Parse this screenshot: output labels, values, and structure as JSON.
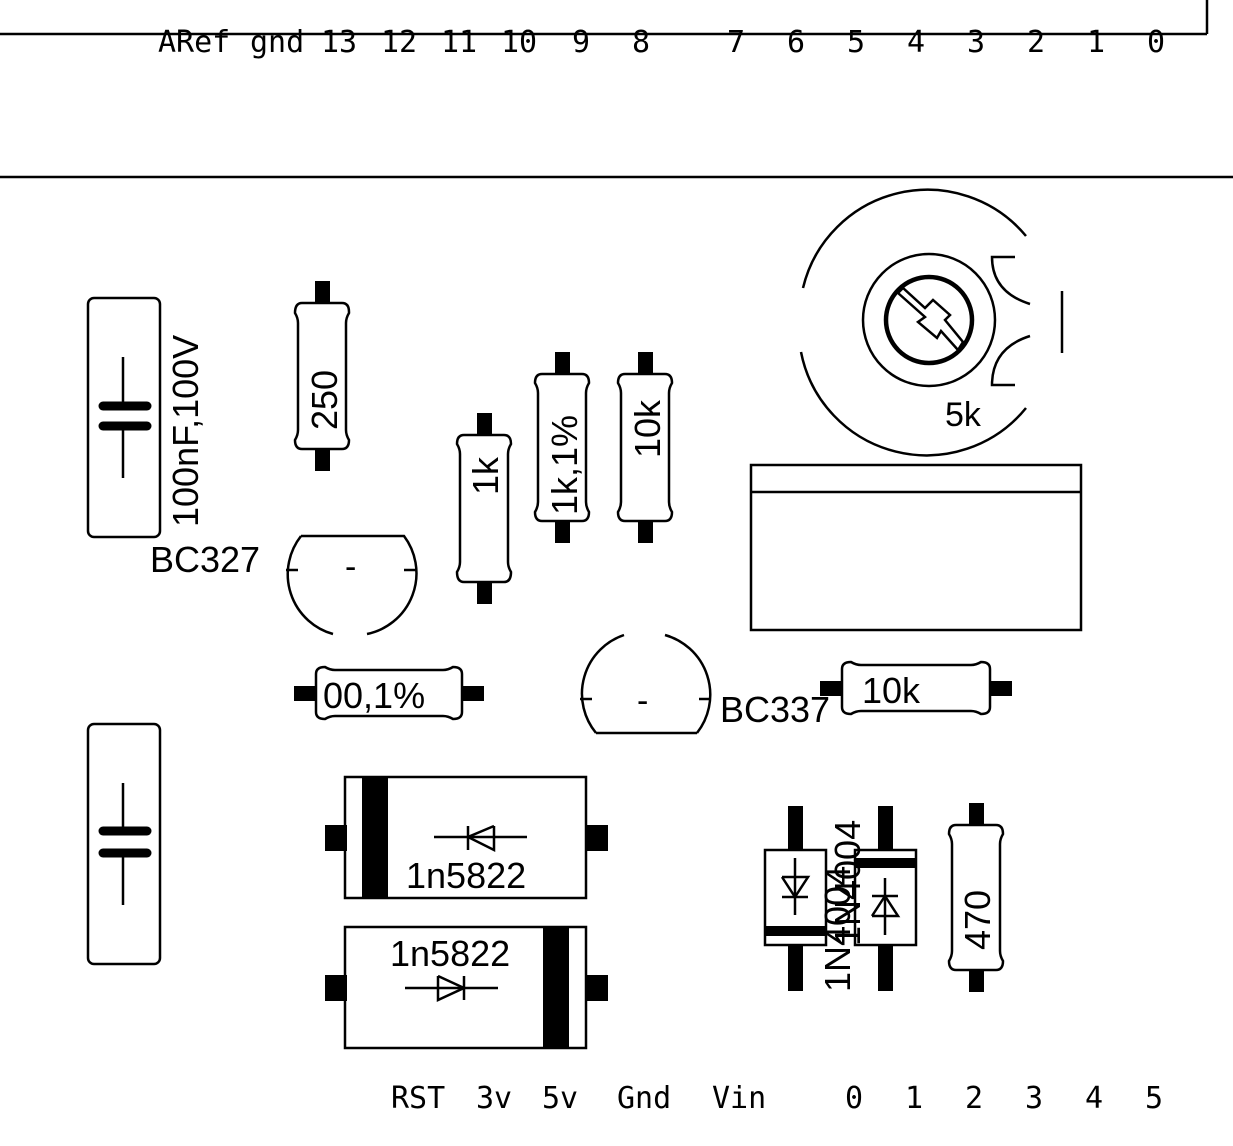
{
  "top_header": {
    "pins": [
      "ARef",
      "gnd",
      "13",
      "12",
      "11",
      "10",
      "9",
      "8",
      "7",
      "6",
      "5",
      "4",
      "3",
      "2",
      "1",
      "0"
    ]
  },
  "bottom_header": {
    "pins": [
      "RST",
      "3v",
      "5v",
      "Gnd",
      "Vin",
      "0",
      "1",
      "2",
      "3",
      "4",
      "5"
    ]
  },
  "components": {
    "cap_top_label": "100nF,100V",
    "r_250": "250",
    "r_1k": "1k",
    "r_1k_1pct": "1k,1%",
    "r_10k_vertical": "10k",
    "pot_5k": "5k",
    "q_bc327": "BC327",
    "q_bc337": "BC337",
    "r_100_1pct": "00,1%",
    "r_10k_horizontal": "10k",
    "d_1n5822_top": "1n5822",
    "d_1n5822_bottom": "1n5822",
    "d_1n4004_left": "1N4004",
    "d_1n4004_right": "1N4004",
    "r_470": "470",
    "q_dash": "-"
  }
}
